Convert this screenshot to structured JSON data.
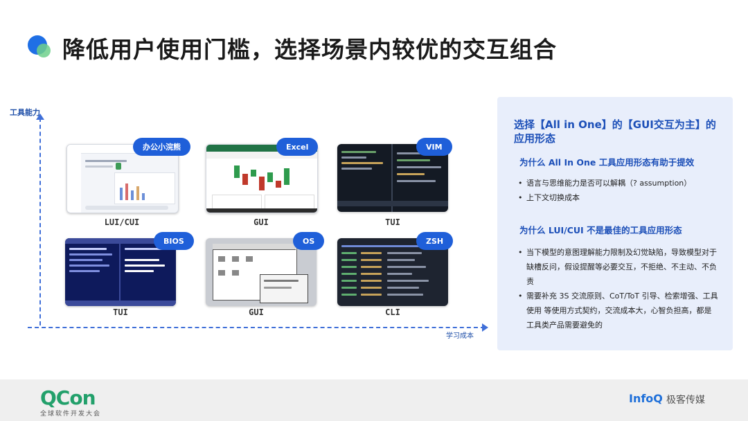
{
  "title": "降低用户使用门槛，选择场景内较优的交互组合",
  "axes": {
    "y_label": "工具能力",
    "x_label": "学习成本"
  },
  "cards": [
    {
      "badge": "办公小浣熊",
      "caption": "LUI/CUI"
    },
    {
      "badge": "Excel",
      "caption": "GUI"
    },
    {
      "badge": "VIM",
      "caption": "TUI"
    },
    {
      "badge": "BIOS",
      "caption": "TUI"
    },
    {
      "badge": "OS",
      "caption": "GUI"
    },
    {
      "badge": "ZSH",
      "caption": "CLI"
    }
  ],
  "panel": {
    "heading": "选择【All in One】的【GUI交互为主】的应用形态",
    "q1": "为什么 All In One 工具应用形态有助于提效",
    "q1_items": [
      "语言与思维能力是否可以解耦（? assumption）",
      "上下文切换成本"
    ],
    "q2": "为什么 LUI/CUI 不是最佳的工具应用形态",
    "q2_items": [
      "当下模型的意图理解能力限制及幻觉缺陷，导致模型对于缺槽反问，假设提醒等必要交互，不拒绝、不主动、不负责",
      "需要补充 3S 交流原则、CoT/ToT 引导、检索增强、工具使用 等使用方式契约，交流成本大，心智负担高，都是工具类产品需要避免的"
    ]
  },
  "footer": {
    "brand": "QCon",
    "brand_sub": "全球软件开发大会",
    "partner": "InfoQ",
    "partner_sub": "极客传媒"
  },
  "colors": {
    "accent": "#1f5fd9",
    "panel_bg": "#e8eefb",
    "brand_green": "#22a06b"
  }
}
